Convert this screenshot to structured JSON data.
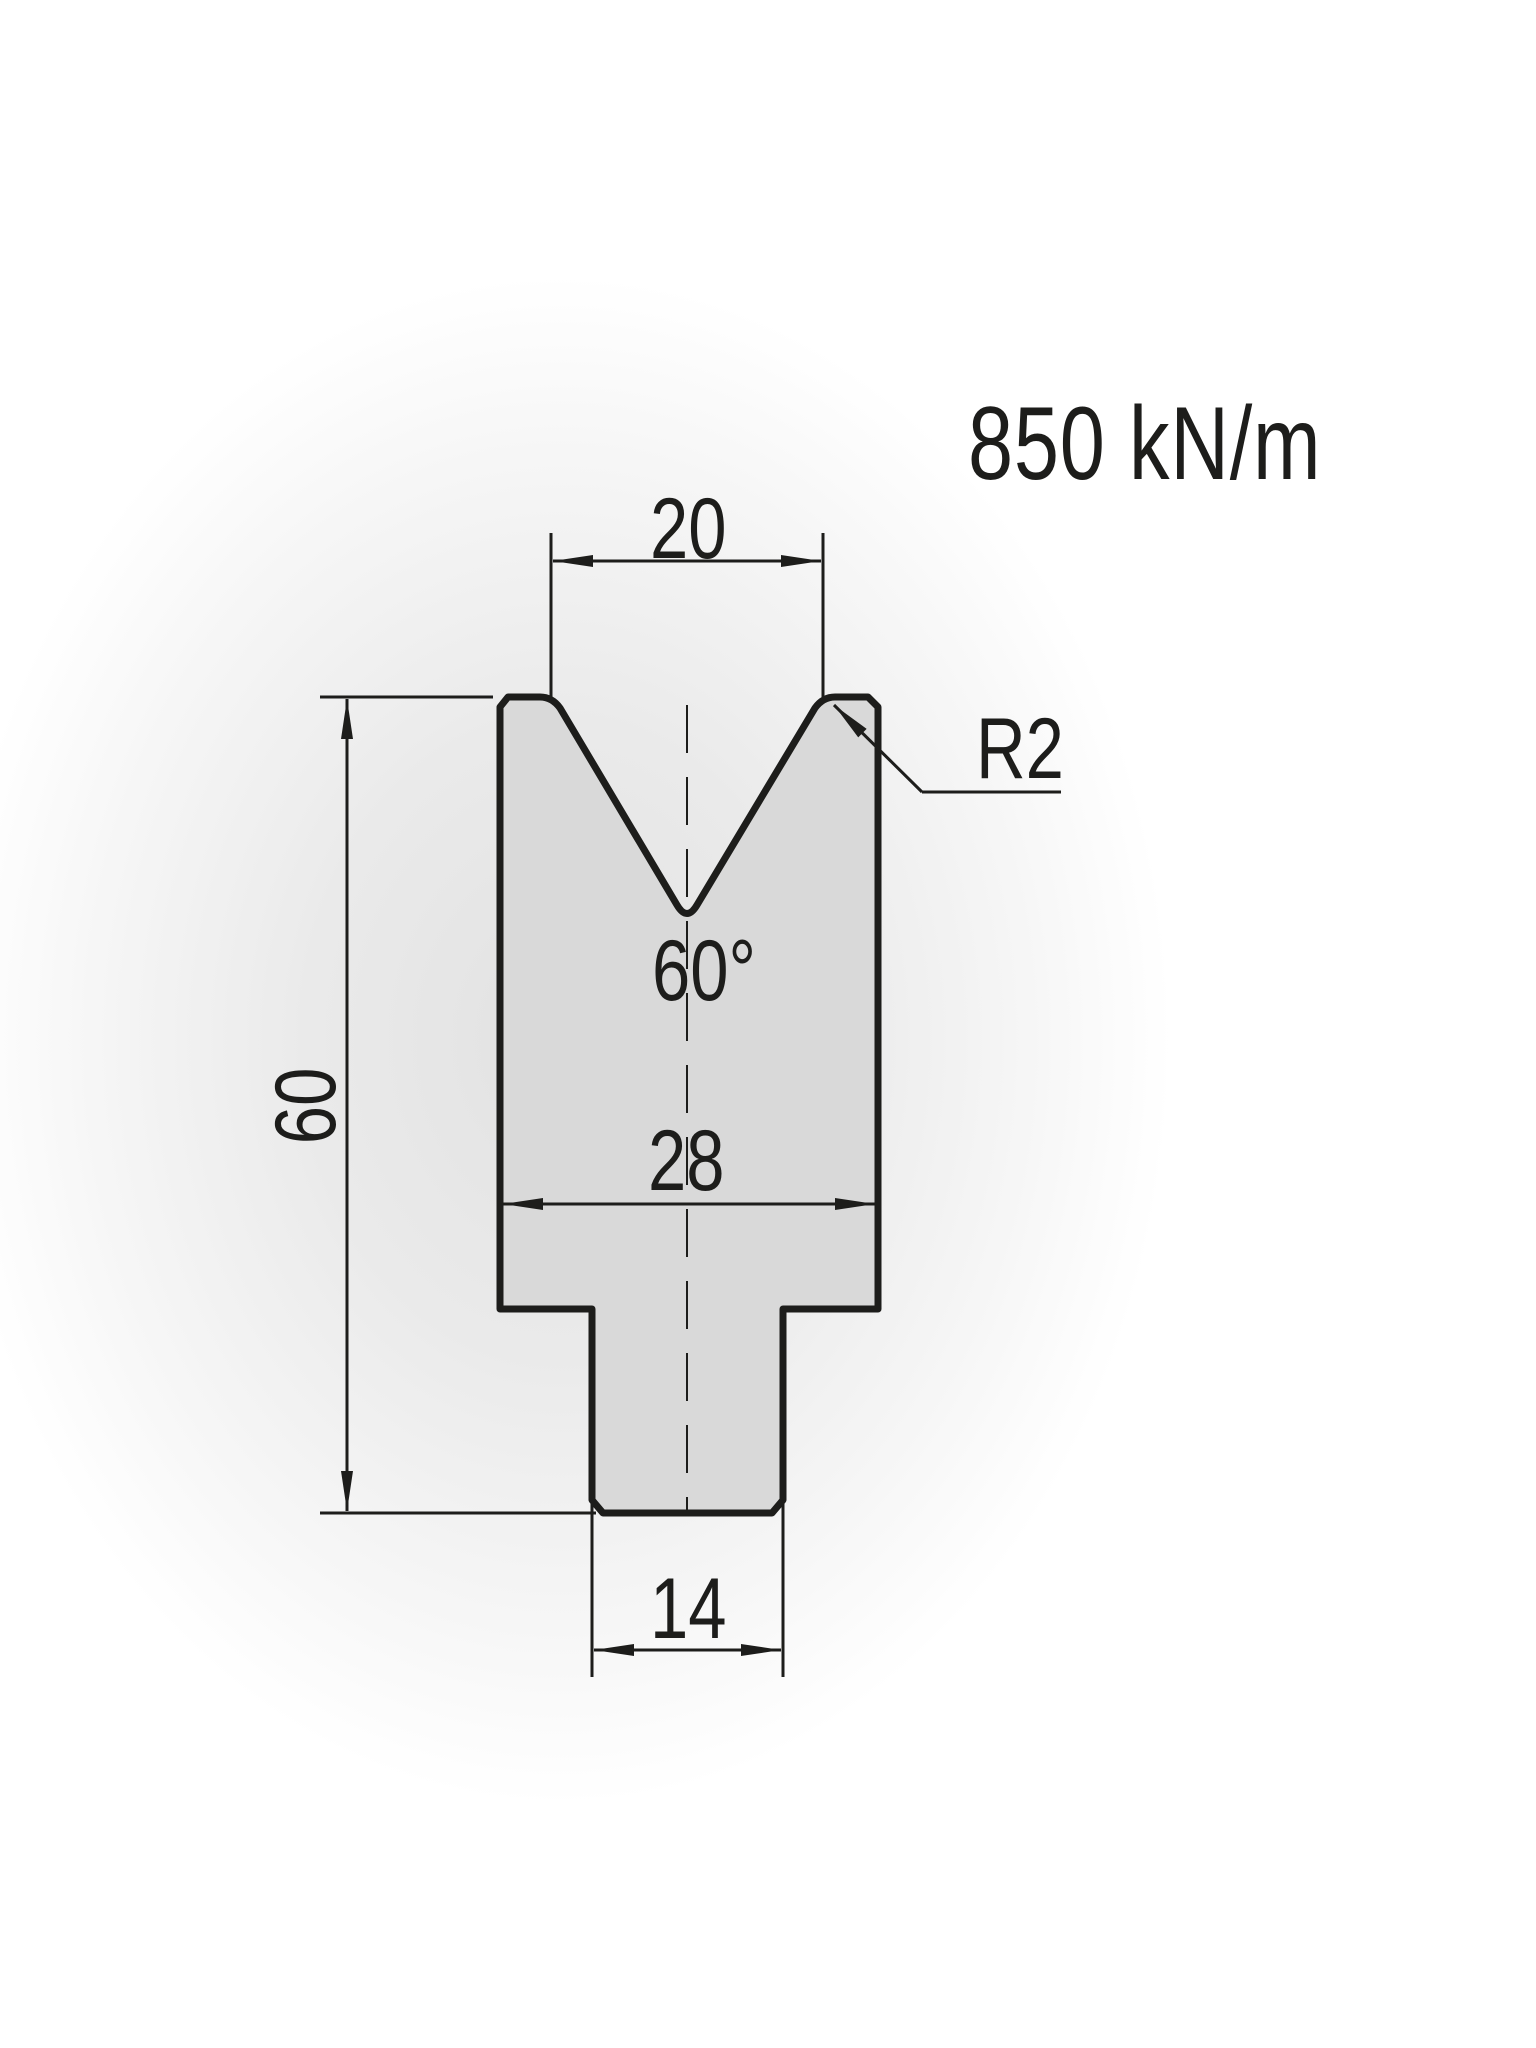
{
  "diagram": {
    "subject": "V-die press brake tool profile",
    "rating": "850 kN/m",
    "dimensions": {
      "v_opening": "20",
      "corner_radius": "R2",
      "v_angle": "60°",
      "body_width": "28",
      "tang_width": "14",
      "height": "60"
    },
    "colors": {
      "stroke": "#1d1d1b",
      "fill": "#d9d9d9",
      "background_center": "#e2e2e2",
      "background_edge": "#ffffff"
    }
  }
}
